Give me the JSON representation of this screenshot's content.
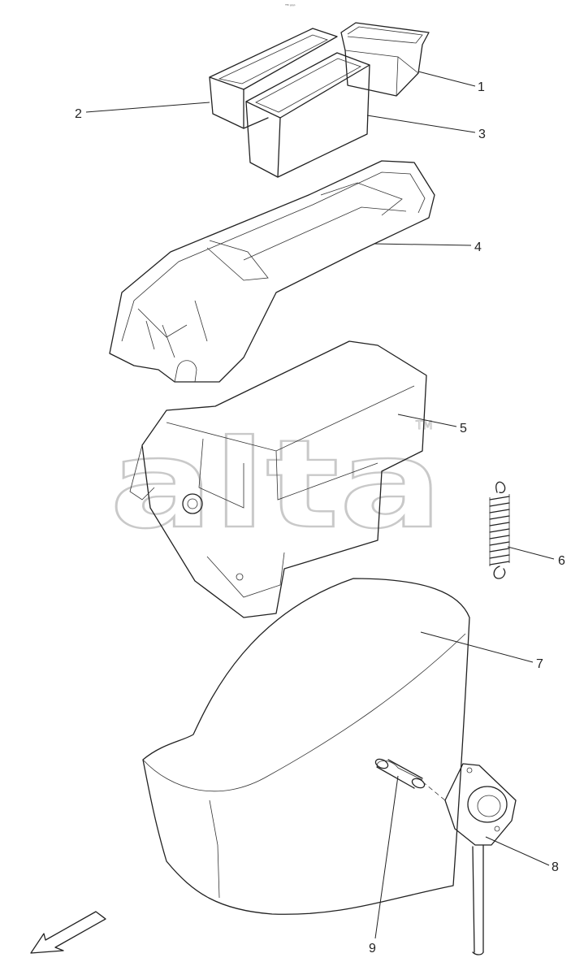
{
  "header_mark": "ᵀᴹ ᵖᵖᵖ",
  "watermark": {
    "text": "alta",
    "tm": "TM"
  },
  "callouts": [
    {
      "id": "1",
      "label": "1"
    },
    {
      "id": "2",
      "label": "2"
    },
    {
      "id": "3",
      "label": "3"
    },
    {
      "id": "4",
      "label": "4"
    },
    {
      "id": "5",
      "label": "5"
    },
    {
      "id": "6",
      "label": "6"
    },
    {
      "id": "7",
      "label": "7"
    },
    {
      "id": "8",
      "label": "8"
    },
    {
      "id": "9",
      "label": "9"
    }
  ],
  "colors": {
    "line": "#222222",
    "watermark": "#c9c9c9",
    "background": "#ffffff"
  }
}
